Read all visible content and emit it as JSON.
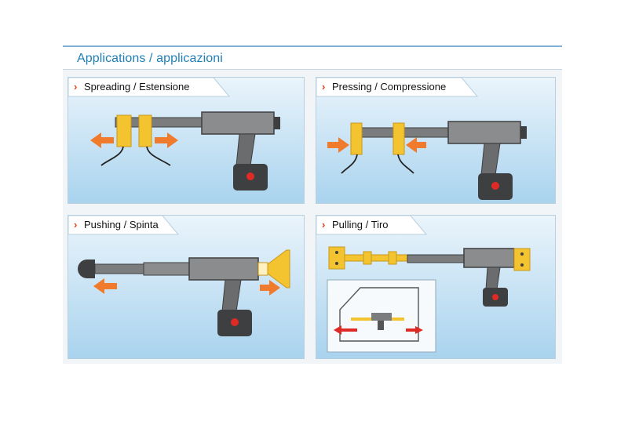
{
  "header": {
    "title": "Applications / applicazioni"
  },
  "panels": [
    {
      "label": "Spreading / Estensione"
    },
    {
      "label": "Pressing / Compressione"
    },
    {
      "label": "Pushing / Spinta"
    },
    {
      "label": "Pulling / Tiro"
    }
  ],
  "colors": {
    "title": "#1f7fb6",
    "panel_light": "#eaf4fb",
    "panel_dark": "#a9d3ee",
    "tool_gray": "#7a7c7e",
    "tool_dark": "#3e3f40",
    "jaw_yellow": "#f4c430",
    "arrow_orange": "#f07b2c",
    "button_red": "#e02a25",
    "chevron": "#e1401b"
  },
  "icons": [
    "chevron-right-icon",
    "hydraulic-tool-icon",
    "direction-arrow-icon",
    "car-door-icon"
  ]
}
